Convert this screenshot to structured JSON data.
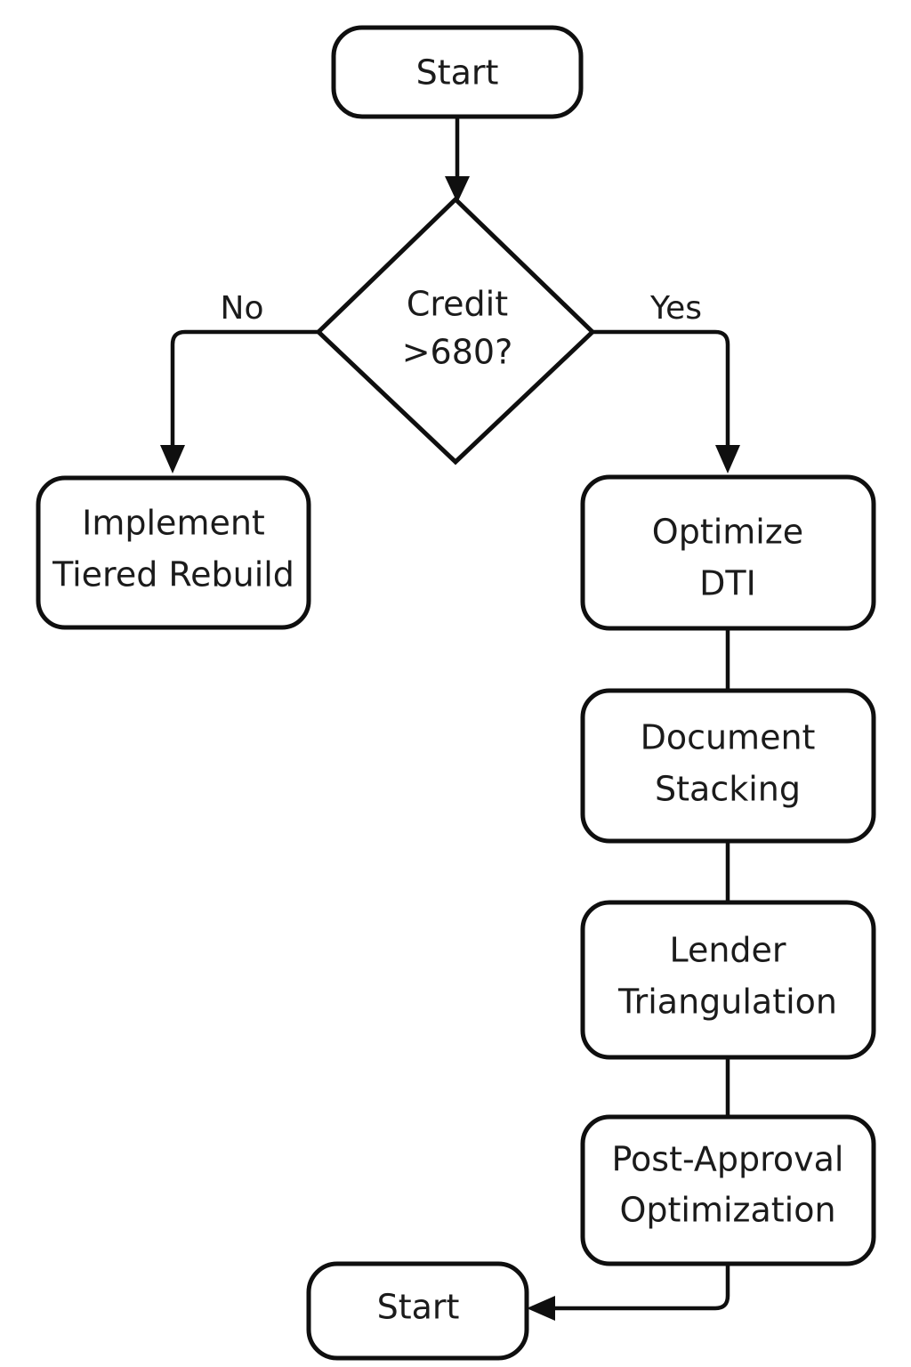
{
  "diagram": {
    "type": "flowchart",
    "orientation": "top-down",
    "background_color": "#ffffff",
    "stroke_color": "#0f0f0f",
    "text_color": "#1b1b1b",
    "nodes": [
      {
        "id": "start_top",
        "shape": "rounded-rectangle",
        "label": "Start",
        "lines": [
          "Start"
        ]
      },
      {
        "id": "credit_check",
        "shape": "diamond",
        "label": "Credit >680?",
        "lines": [
          "Credit",
          ">680?"
        ]
      },
      {
        "id": "tiered_rebuild",
        "shape": "rounded-rectangle",
        "label": "Implement Tiered Rebuild",
        "lines": [
          "Implement",
          "Tiered Rebuild"
        ]
      },
      {
        "id": "optimize_dti",
        "shape": "rounded-rectangle",
        "label": "Optimize DTI",
        "lines": [
          "Optimize",
          "DTI"
        ]
      },
      {
        "id": "document_stacking",
        "shape": "rounded-rectangle",
        "label": "Document Stacking",
        "lines": [
          "Document",
          "Stacking"
        ]
      },
      {
        "id": "lender_triangulation",
        "shape": "rounded-rectangle",
        "label": "Lender Triangulation",
        "lines": [
          "Lender",
          "Triangulation"
        ]
      },
      {
        "id": "post_approval",
        "shape": "rounded-rectangle",
        "label": "Post-Approval Optimization",
        "lines": [
          "Post-Approval",
          "Optimization"
        ]
      },
      {
        "id": "start_bottom",
        "shape": "rounded-rectangle",
        "label": "Start",
        "lines": [
          "Start"
        ]
      }
    ],
    "edges": [
      {
        "id": "e1",
        "from": "start_top",
        "to": "credit_check",
        "label": "",
        "arrow": true
      },
      {
        "id": "e2",
        "from": "credit_check",
        "to": "tiered_rebuild",
        "label": "No",
        "arrow": true
      },
      {
        "id": "e3",
        "from": "credit_check",
        "to": "optimize_dti",
        "label": "Yes",
        "arrow": true
      },
      {
        "id": "e4",
        "from": "optimize_dti",
        "to": "document_stacking",
        "label": "",
        "arrow": false
      },
      {
        "id": "e5",
        "from": "document_stacking",
        "to": "lender_triangulation",
        "label": "",
        "arrow": false
      },
      {
        "id": "e6",
        "from": "lender_triangulation",
        "to": "post_approval",
        "label": "",
        "arrow": false
      },
      {
        "id": "e7",
        "from": "post_approval",
        "to": "start_bottom",
        "label": "",
        "arrow": true
      }
    ],
    "edge_labels": {
      "no": "No",
      "yes": "Yes"
    }
  }
}
